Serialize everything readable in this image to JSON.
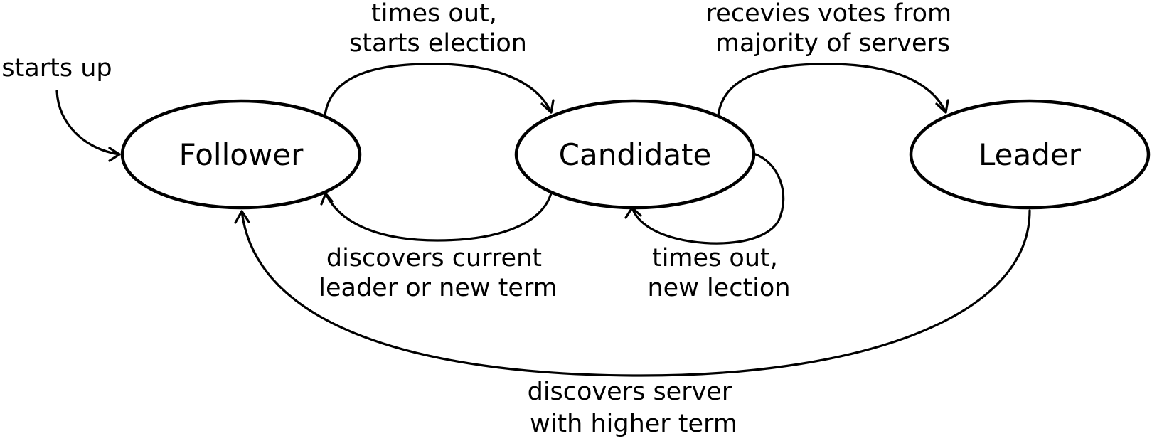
{
  "nodes": {
    "follower": "Follower",
    "candidate": "Candidate",
    "leader": "Leader"
  },
  "labels": {
    "start": [
      "starts up"
    ],
    "follower_to_candidate": [
      "times out,",
      "starts election"
    ],
    "candidate_to_leader": [
      "recevies votes from",
      "majority of servers"
    ],
    "candidate_to_follower": [
      "discovers current",
      "leader or new term"
    ],
    "candidate_self": [
      "times out,",
      "new lection"
    ],
    "leader_to_follower": [
      "discovers server",
      "with higher term"
    ]
  },
  "colors": {
    "stroke": "#000000",
    "background": "#ffffff"
  }
}
